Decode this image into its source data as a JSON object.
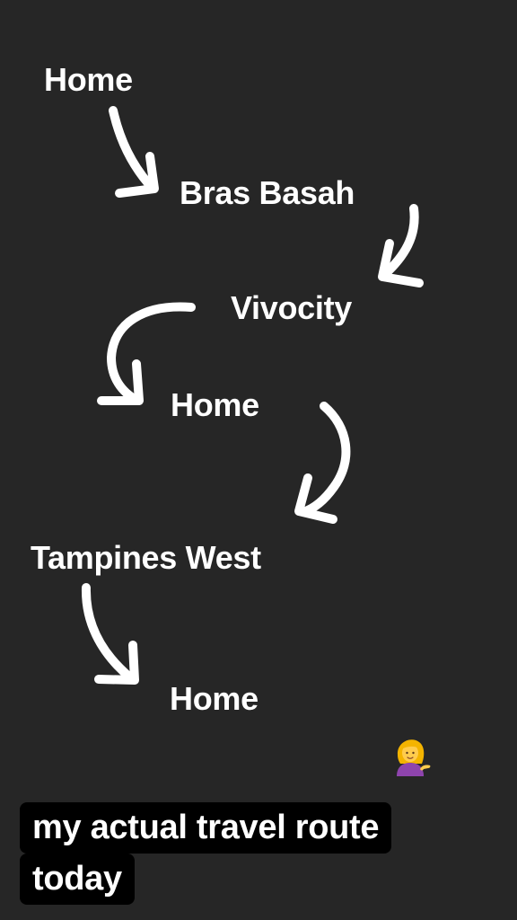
{
  "route": {
    "stops": [
      "Home",
      "Bras Basah",
      "Vivocity",
      "Home",
      "Tampines West",
      "Home"
    ]
  },
  "caption": {
    "line1": "my actual travel route",
    "line2": "today"
  },
  "emoji": {
    "name": "person-tipping-hand-icon",
    "glyph": "💁‍♀️"
  },
  "colors": {
    "background": "#262626",
    "text": "#ffffff",
    "caption_background": "#000000"
  }
}
